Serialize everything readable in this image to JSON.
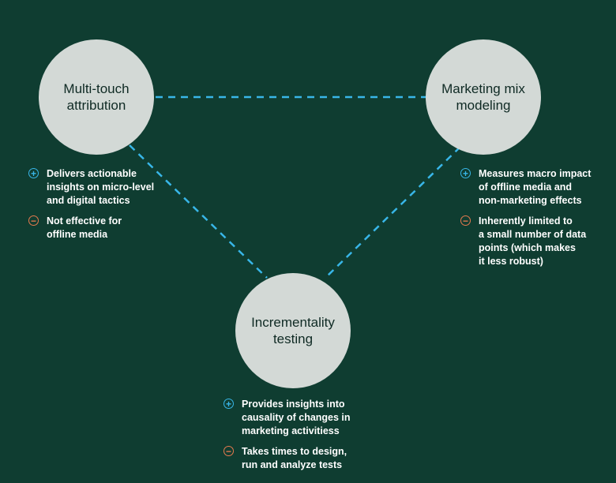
{
  "colors": {
    "background": "#0f3d31",
    "node_fill": "#d3d9d6",
    "connector": "#38b6e8",
    "pro": "#38b6e8",
    "con": "#e57a4e"
  },
  "nodes": [
    {
      "id": "mta",
      "title": "Multi-touch\nattribution",
      "pros": [
        "Delivers actionable\ninsights on micro-level\nand digital tactics"
      ],
      "cons": [
        "Not effective for\noffline media"
      ]
    },
    {
      "id": "mmm",
      "title": "Marketing mix\nmodeling",
      "pros": [
        "Measures macro impact\nof offline media and\nnon-marketing effects"
      ],
      "cons": [
        "Inherently limited to\na small number of data\npoints (which makes\nit less robust)"
      ]
    },
    {
      "id": "inc",
      "title": "Incrementality\ntesting",
      "pros": [
        "Provides insights into\ncausality of changes in\nmarketing activitiess"
      ],
      "cons": [
        "Takes times to design,\nrun and analyze tests"
      ]
    }
  ],
  "edges": [
    [
      "mta",
      "mmm"
    ],
    [
      "mta",
      "inc"
    ],
    [
      "mmm",
      "inc"
    ]
  ],
  "icons": {
    "pro": "plus-circle-icon",
    "con": "minus-circle-icon"
  }
}
